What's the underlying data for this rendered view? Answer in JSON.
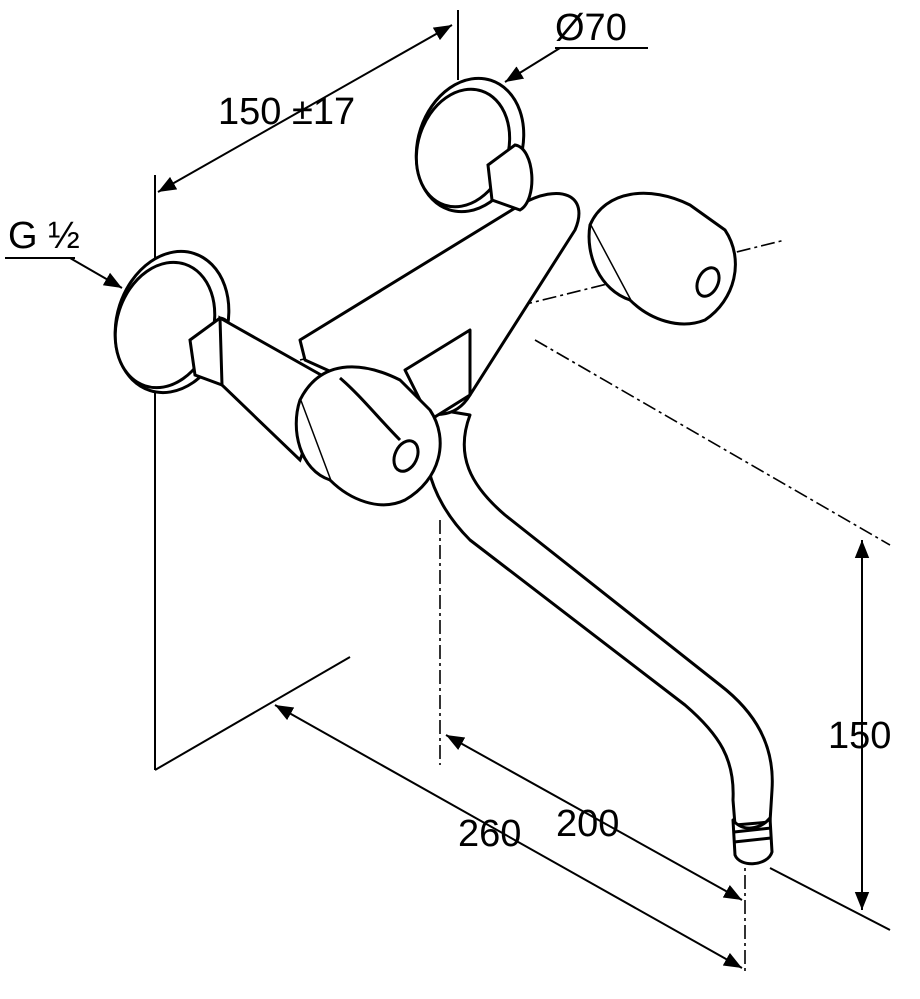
{
  "dimensions": {
    "width_spacing": "150 ±17",
    "flange_diameter": "Ø70",
    "thread": "G ½",
    "height": "150",
    "projection_spout": "200",
    "projection_total": "260"
  },
  "colors": {
    "line": "#000000",
    "background": "#ffffff"
  }
}
